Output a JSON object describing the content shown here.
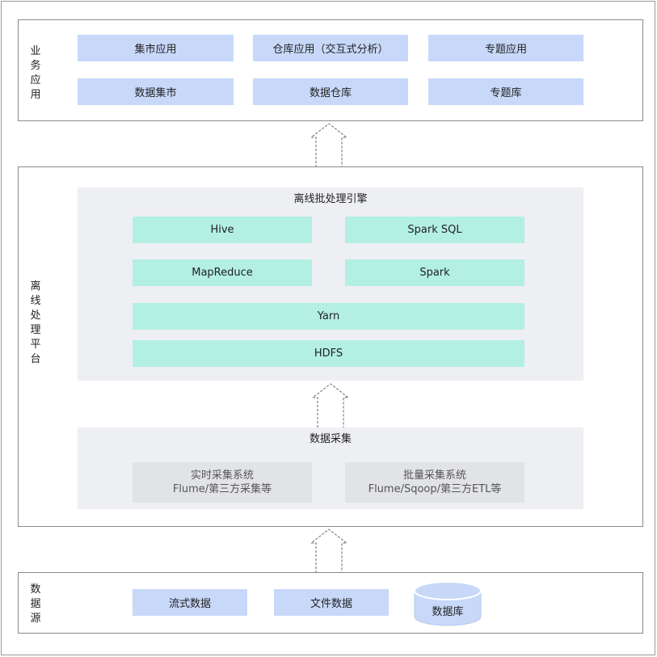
{
  "business": {
    "label": "业务应用",
    "row1": [
      "集市应用",
      "仓库应用（交互式分析）",
      "专题应用"
    ],
    "row2": [
      "数据集市",
      "数据仓库",
      "专题库"
    ]
  },
  "offline": {
    "label": "离线处理平台",
    "engine": {
      "title": "离线批处理引擎",
      "hive": "Hive",
      "spark_sql": "Spark SQL",
      "mapreduce": "MapReduce",
      "spark": "Spark",
      "yarn": "Yarn",
      "hdfs": "HDFS"
    },
    "collect": {
      "title": "数据采集",
      "realtime": {
        "line1": "实时采集系统",
        "line2": "Flume/第三方采集等"
      },
      "batch": {
        "line1": "批量采集系统",
        "line2": "Flume/Sqoop/第三方ETL等"
      }
    }
  },
  "sources": {
    "label": "数据源",
    "stream": "流式数据",
    "file": "文件数据",
    "database": "数据库"
  },
  "colors": {
    "blue_box": "#c7d8f9",
    "green_box": "#b3efe3",
    "panel": "#eeeff2",
    "grey_box": "#e2e3e6"
  }
}
